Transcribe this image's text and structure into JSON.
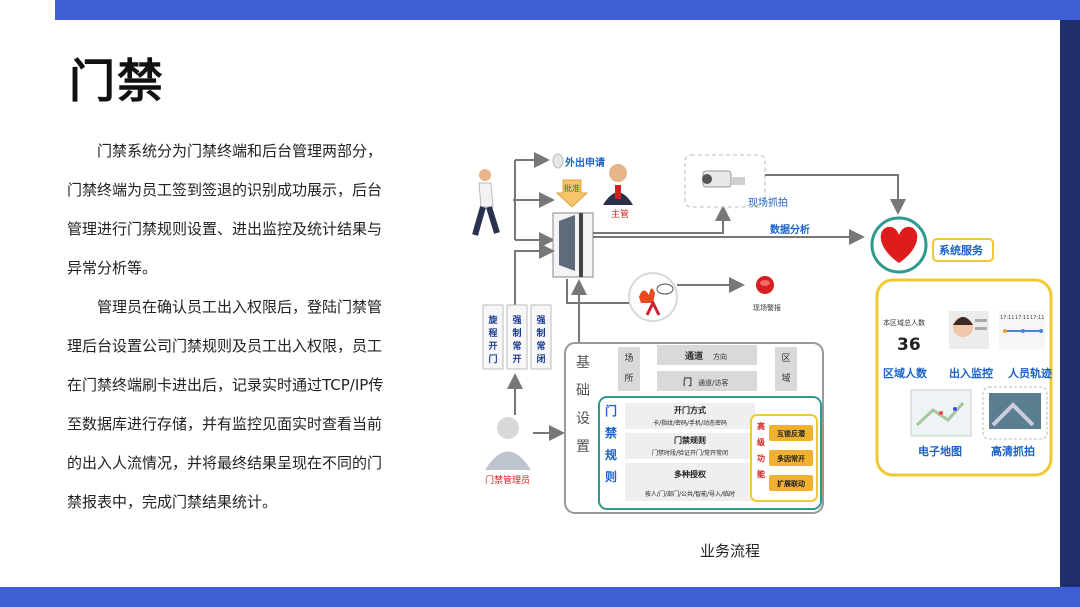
{
  "title": "门禁",
  "paragraphs": [
    "门禁系统分为门禁终端和后台管理两部分，门禁终端为员工签到签退的识别成功展示，后台管理进行门禁规则设置、进出监控及统计结果与异常分析等。",
    "管理员在确认员工出入权限后，登陆门禁管理后台设置公司门禁规则及员工出入权限，员工在门禁终端刷卡进出后，记录实时通过TCP/IP传至数据库进行存储，并有监控见面实时查看当前的出入人流情况，并将最终结果呈现在不同的门禁报表中，完成门禁结果统计。"
  ],
  "caption": "业务流程",
  "diagram": {
    "outing_apply": "外出申请",
    "approve": "批准",
    "manager": "主管",
    "capture": "现场抓拍",
    "data_analysis": "数据分析",
    "system_service": "系统服务",
    "site_alarm": "现场警报",
    "door_modes": [
      "旋程开门",
      "强制常开",
      "强制常闭"
    ],
    "admin": "门禁管理员",
    "basic_setup": "基础设置",
    "zone_site": "场所",
    "zone_area": "区域",
    "channel": "通道",
    "channel_dir": "方向",
    "door": "门",
    "door_visitor": "通道/访客",
    "rules_title": "门禁规则",
    "open_method": "开门方式",
    "open_method_detail": "卡/指纹/密码/手机/动态密码",
    "access_rules": "门禁规则",
    "access_rules_detail": "门禁时段/验证开门/常开常闭",
    "multi_auth": "多种授权",
    "multi_auth_detail": "按人/门/部门/公共/智能/导入/临时",
    "advanced": "高级功能",
    "adv_items": [
      "互锁反潜",
      "多因常开",
      "扩展联动"
    ],
    "stats_label": "本区域总人数",
    "stats_value": "36",
    "svc_items": [
      "区域人数",
      "出入监控",
      "人员轨迹",
      "电子地图",
      "高清抓拍"
    ],
    "track_labels": [
      "17:11",
      "17:11",
      "17:11"
    ]
  },
  "colors": {
    "accent_blue": "#3f5dd4",
    "heart_red": "#e01b1b",
    "frame_yellow": "#f2c830",
    "frame_green": "#2f9a8c",
    "label_blue": "#1a63c9",
    "button_orange": "#f0b030"
  }
}
